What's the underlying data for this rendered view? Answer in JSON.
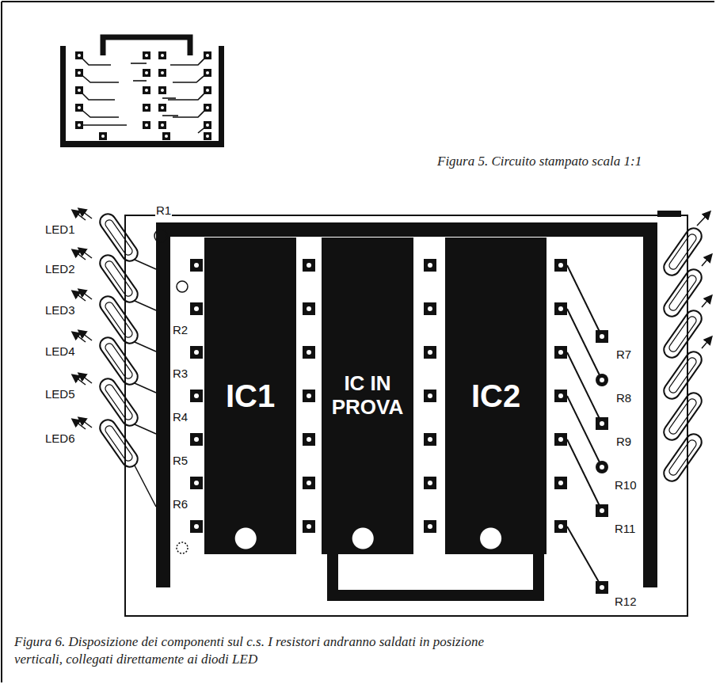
{
  "diagram": {
    "caption": "Figura 6. Disposizione dei componenti sul c.s. I resistori andranno saldati in posizione verticali, collegati direttamente ai diodi LED",
    "nodes": [
      {
        "text": [
          "IC1"
        ]
      },
      {
        "text": [
          "IC IN PROVA"
        ]
      },
      {
        "text": [
          "IC2"
        ]
      }
    ],
    "labels": [
      "Figura 5. Circuito stampato scala 1:1",
      "LED1",
      "LED2",
      "LED3",
      "LED4",
      "LED5",
      "LED6",
      "R1",
      "R2",
      "R3",
      "R4",
      "R5",
      "R6",
      "R7",
      "R8",
      "R9",
      "R10",
      "R11",
      "R12"
    ]
  }
}
